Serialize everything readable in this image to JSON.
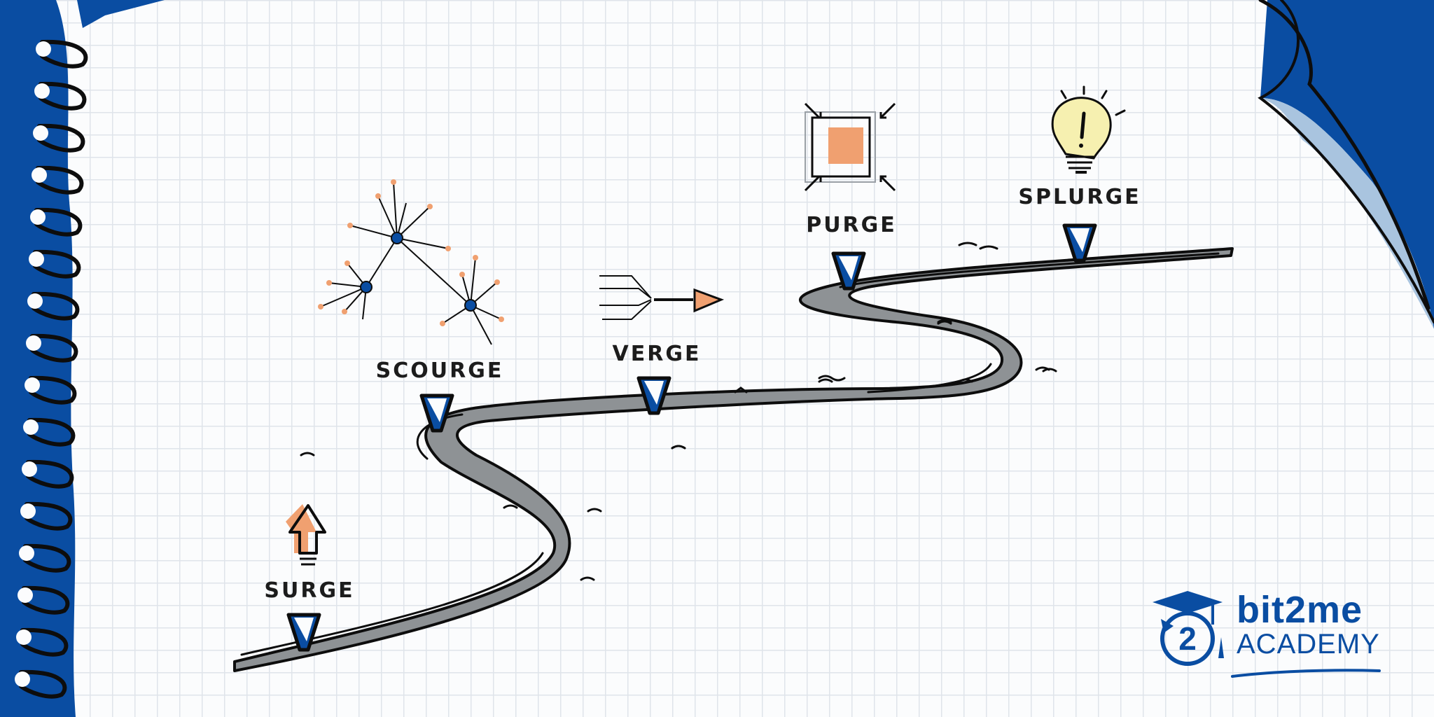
{
  "stages": [
    {
      "id": "surge",
      "label": "SURGE",
      "icon": "arrow-up-icon"
    },
    {
      "id": "scourge",
      "label": "SCOURGE",
      "icon": "network-icon"
    },
    {
      "id": "verge",
      "label": "VERGE",
      "icon": "converge-arrow-icon"
    },
    {
      "id": "purge",
      "label": "PURGE",
      "icon": "compress-square-icon"
    },
    {
      "id": "splurge",
      "label": "SPLURGE",
      "icon": "lightbulb-icon"
    }
  ],
  "brand": {
    "name": "bit2me",
    "subtitle": "ACADEMY",
    "badge": "2"
  },
  "colors": {
    "brand_blue": "#0a4da2",
    "road_gray": "#8e9295",
    "accent_orange": "#f0a070",
    "bulb_yellow": "#f6f0b0",
    "paper_light_blue": "#a9c4df",
    "grid": "#dfe4ea"
  }
}
